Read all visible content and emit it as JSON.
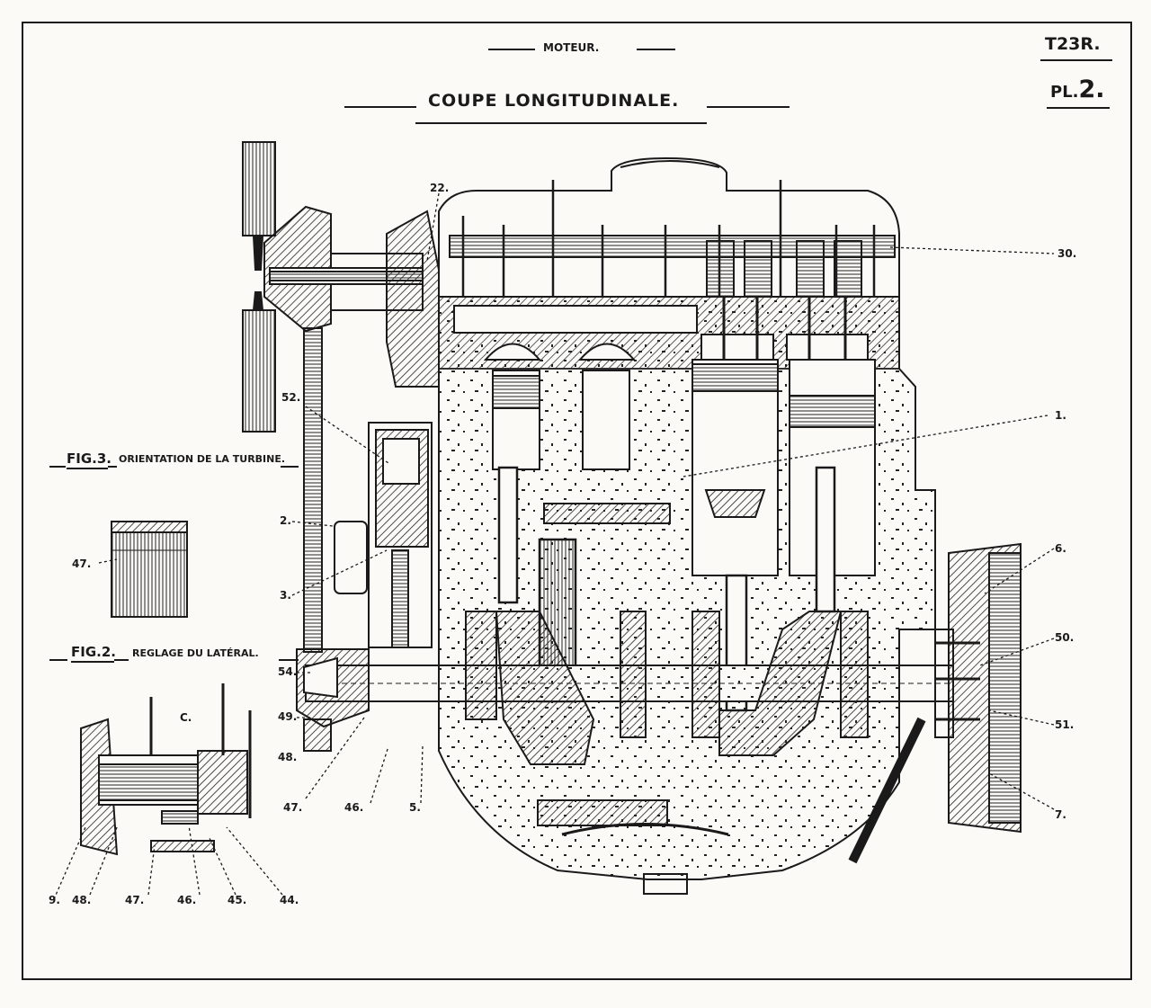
{
  "header": {
    "section": "MOTEUR.",
    "title": "COUPE LONGITUDINALE.",
    "model": "T23R.",
    "plate_prefix": "PL.",
    "plate_number": "2."
  },
  "figures": {
    "fig3": {
      "number": "FIG.3.",
      "caption": "ORIENTATION DE LA TURBINE."
    },
    "fig2": {
      "number": "FIG.2.",
      "caption": "REGLAGE DU LATÉRAL."
    }
  },
  "callouts": {
    "c22": "22.",
    "c30": "30.",
    "c1": "1.",
    "c52": "52.",
    "c2": "2.",
    "c3": "3.",
    "c6": "6.",
    "c50": "50.",
    "c51": "51.",
    "c7": "7.",
    "c54": "54.",
    "c49": "49.",
    "c48": "48.",
    "c47": "47.",
    "c46": "46.",
    "c5": "5.",
    "f3_47": "47.",
    "f2_c": "C.",
    "f2_9": "9.",
    "f2_48": "48.",
    "f2_47": "47.",
    "f2_46": "46.",
    "f2_45": "45.",
    "f2_44": "44."
  }
}
